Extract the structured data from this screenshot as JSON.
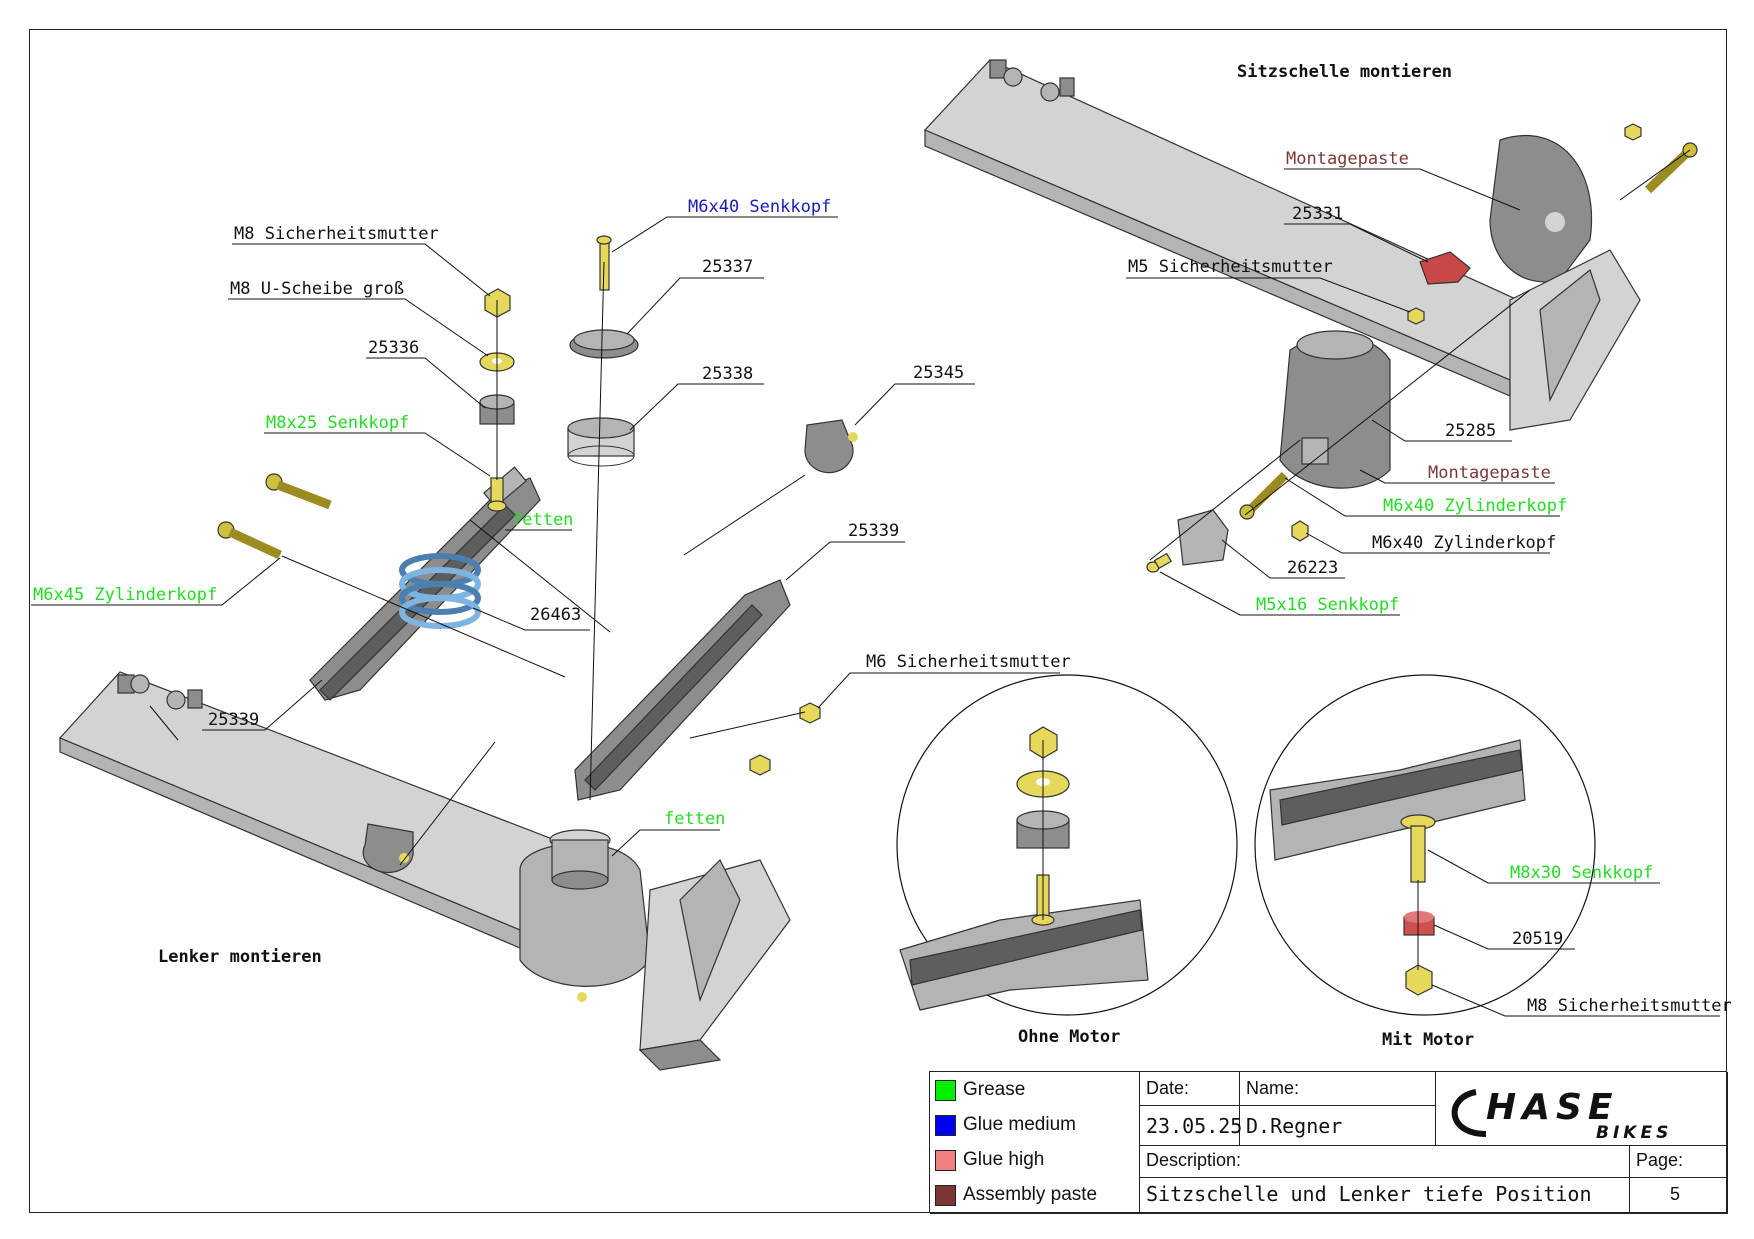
{
  "sections": {
    "seat_clamp_title": "Sitzschelle montieren",
    "handlebar_title": "Lenker montieren",
    "detail_left_caption": "Ohne Motor",
    "detail_right_caption": "Mit Motor"
  },
  "labels": {
    "m8_nut": "M8 Sicherheitsmutter",
    "m8_washer": "M8 U-Scheibe groß",
    "p25336": "25336",
    "m8x25": "M8x25 Senkkopf",
    "fetten_1": "fetten",
    "m6x45": "M6x45 Zylinderkopf",
    "p26463": "26463",
    "p25339_a": "25339",
    "m6x40_senk": "M6x40 Senkkopf",
    "p25337": "25337",
    "p25338": "25338",
    "p25345": "25345",
    "p25339_b": "25339",
    "m6_nut": "M6 Sicherheitsmutter",
    "fetten_2": "fetten",
    "paste_1": "Montagepaste",
    "p25331": "25331",
    "m5_nut": "M5 Sicherheitsmutter",
    "p25285": "25285",
    "paste_2": "Montagepaste",
    "m6x40_zyl_a": "M6x40 Zylinderkopf",
    "m6x40_zyl_b": "M6x40 Zylinderkopf",
    "p26223": "26223",
    "m5x16": "M5x16 Senkkopf",
    "m8x30": "M8x30 Senkkopf",
    "p20519": "20519",
    "m8_nut_2": "M8 Sicherheitsmutter"
  },
  "legend": [
    {
      "label": "Grease",
      "color": "#00ee00"
    },
    {
      "label": "Glue medium",
      "color": "#0000ee"
    },
    {
      "label": "Glue high",
      "color": "#f08080"
    },
    {
      "label": "Assembly paste",
      "color": "#7a3535"
    }
  ],
  "title_block": {
    "date_label": "Date:",
    "date_value": "23.05.25",
    "name_label": "Name:",
    "name_value": "D.Regner",
    "description_label": "Description:",
    "description_value": "Sitzschelle und Lenker tiefe Position",
    "page_label": "Page:",
    "page_value": "5",
    "logo_main": "HASE",
    "logo_sub": "BIKES"
  },
  "colors": {
    "grease": "#22dd22",
    "glue_medium": "#1a1ab8",
    "assembly_paste": "#7a3838",
    "glue_high_part": "#d05050",
    "spring_blue": "#7fb3e0"
  }
}
